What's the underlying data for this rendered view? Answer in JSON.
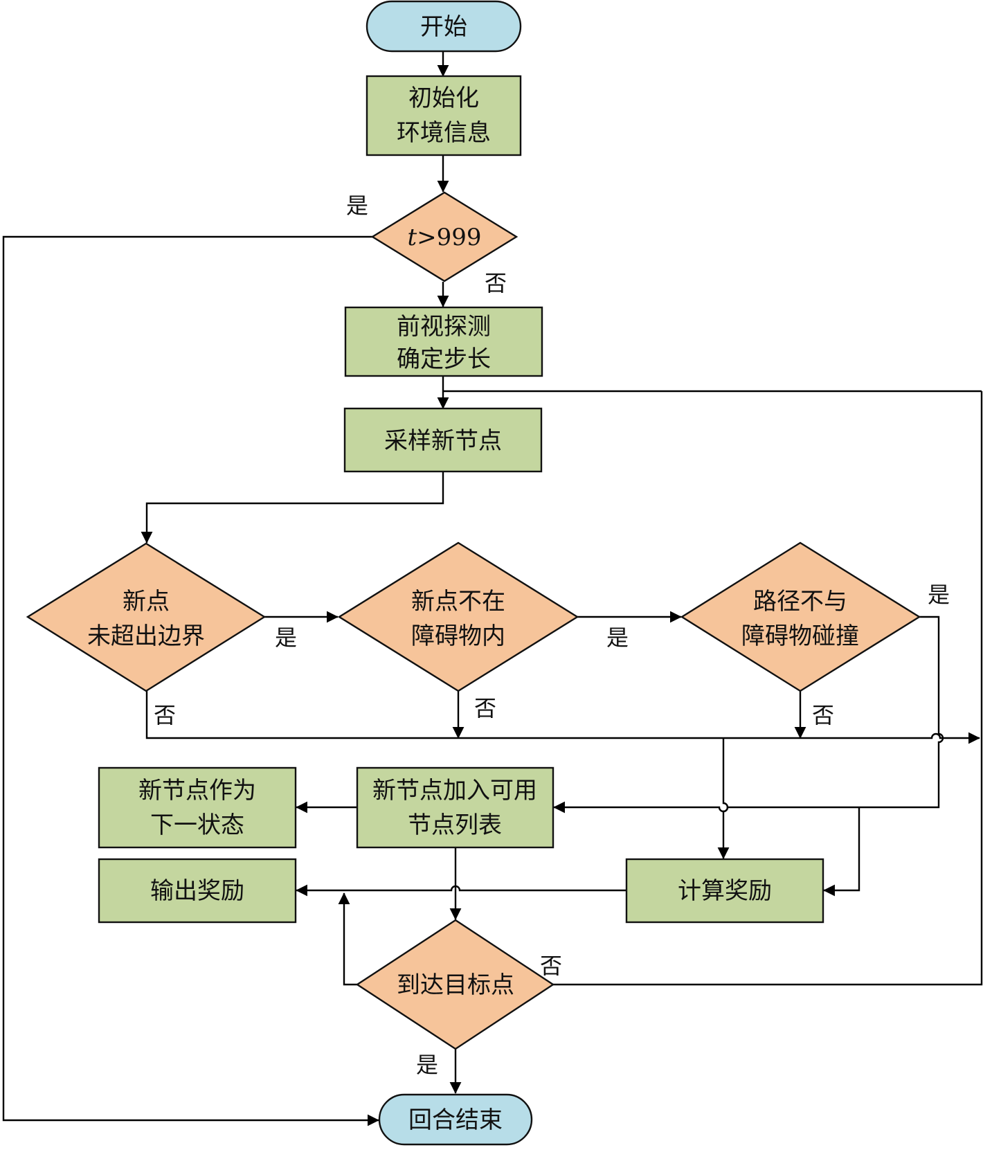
{
  "colors": {
    "terminal": "#b7dde8",
    "process": "#c4d69f",
    "decision": "#f6c49a",
    "line": "#000000"
  },
  "nodes": {
    "start": {
      "type": "terminal",
      "lines": [
        "开始"
      ]
    },
    "init": {
      "type": "process",
      "lines": [
        "初始化",
        "环境信息"
      ]
    },
    "t_check": {
      "type": "decision",
      "lines": [
        "t>999"
      ],
      "italic_prefix": "t",
      "rest": ">999"
    },
    "lookahead": {
      "type": "process",
      "lines": [
        "前视探测",
        "确定步长"
      ]
    },
    "sample": {
      "type": "process",
      "lines": [
        "采样新节点"
      ]
    },
    "in_bounds": {
      "type": "decision",
      "lines": [
        "新点",
        "未超出边界"
      ]
    },
    "not_in_obstacle": {
      "type": "decision",
      "lines": [
        "新点不在",
        "障碍物内"
      ]
    },
    "no_collision": {
      "type": "decision",
      "lines": [
        "路径不与",
        "障碍物碰撞"
      ]
    },
    "next_state": {
      "type": "process",
      "lines": [
        "新节点作为",
        "下一状态"
      ]
    },
    "add_node": {
      "type": "process",
      "lines": [
        "新节点加入可用",
        "节点列表"
      ]
    },
    "output_reward": {
      "type": "process",
      "lines": [
        "输出奖励"
      ]
    },
    "calc_reward": {
      "type": "process",
      "lines": [
        "计算奖励"
      ]
    },
    "reach_goal": {
      "type": "decision",
      "lines": [
        "到达目标点"
      ]
    },
    "end": {
      "type": "terminal",
      "lines": [
        "回合结束"
      ]
    }
  },
  "edge_labels": {
    "t_yes": "是",
    "t_no": "否",
    "bounds_yes": "是",
    "bounds_no": "否",
    "obstacle_yes": "是",
    "obstacle_no": "否",
    "collision_yes": "是",
    "collision_no": "否",
    "goal_no": "否",
    "goal_yes": "是"
  },
  "edges": [
    {
      "from": "start",
      "to": "init"
    },
    {
      "from": "init",
      "to": "t_check"
    },
    {
      "from": "t_check",
      "to": "end",
      "label": "是"
    },
    {
      "from": "t_check",
      "to": "lookahead",
      "label": "否"
    },
    {
      "from": "lookahead",
      "to": "sample"
    },
    {
      "from": "sample",
      "to": "in_bounds"
    },
    {
      "from": "in_bounds",
      "to": "not_in_obstacle",
      "label": "是"
    },
    {
      "from": "in_bounds",
      "to": "calc_reward",
      "label": "否"
    },
    {
      "from": "not_in_obstacle",
      "to": "no_collision",
      "label": "是"
    },
    {
      "from": "not_in_obstacle",
      "to": "calc_reward",
      "label": "否"
    },
    {
      "from": "no_collision",
      "to": "add_node",
      "label": "是"
    },
    {
      "from": "no_collision",
      "to": "calc_reward",
      "label": "否"
    },
    {
      "from": "add_node",
      "to": "next_state"
    },
    {
      "from": "add_node",
      "to": "reach_goal"
    },
    {
      "from": "calc_reward",
      "to": "output_reward"
    },
    {
      "from": "reach_goal",
      "to": "output_reward"
    },
    {
      "from": "reach_goal",
      "to": "sample",
      "label": "否"
    },
    {
      "from": "reach_goal",
      "to": "end",
      "label": "是"
    }
  ]
}
